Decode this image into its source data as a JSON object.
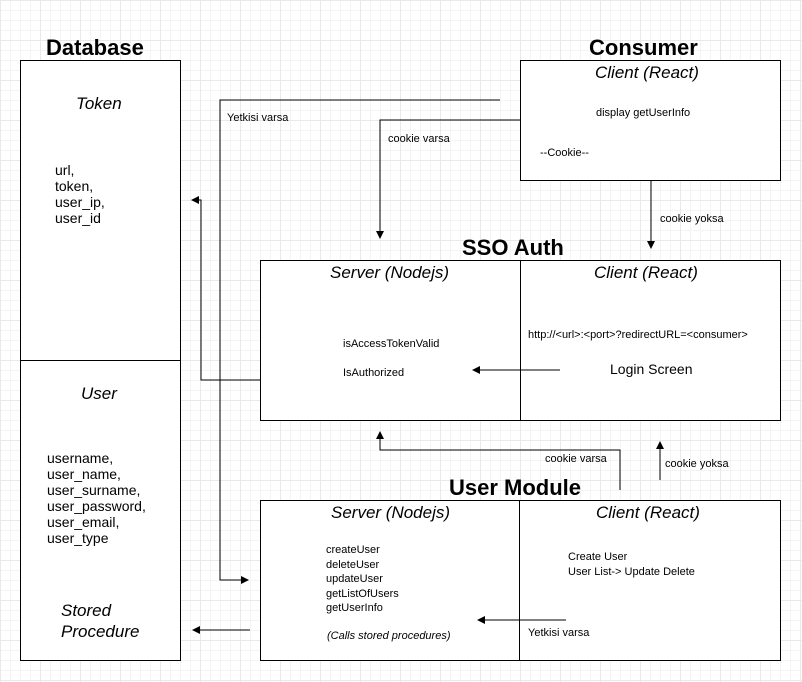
{
  "database": {
    "title": "Database",
    "token": {
      "title": "Token",
      "fields": [
        "url,",
        "token,",
        "user_ip,",
        "user_id"
      ]
    },
    "user": {
      "title": "User",
      "fields": [
        "username,",
        "user_name,",
        "user_surname,",
        "user_password,",
        "user_email,",
        "user_type"
      ]
    },
    "stored_procedure": [
      "Stored",
      "Procedure"
    ]
  },
  "consumer": {
    "title": "Consumer",
    "client": {
      "title": "Client (React)",
      "display": "display getUserInfo",
      "cookie": "--Cookie--"
    }
  },
  "sso_auth": {
    "title": "SSO Auth",
    "server": {
      "title": "Server (Nodejs)",
      "methods": [
        "isAccessTokenValid",
        "IsAuthorized"
      ]
    },
    "client": {
      "title": "Client (React)",
      "url": "http://<url>:<port>?redirectURL=<consumer>",
      "login": "Login Screen"
    }
  },
  "user_module": {
    "title": "User Module",
    "server": {
      "title": "Server (Nodejs)",
      "methods": [
        "createUser",
        "deleteUser",
        "updateUser",
        "getListOfUsers",
        "getUserInfo"
      ],
      "note": "(Calls stored procedures)"
    },
    "client": {
      "title": "Client (React)",
      "lines": [
        "Create User",
        "User List-> Update Delete"
      ],
      "authorized": "Yetkisi varsa"
    }
  },
  "edge_labels": {
    "yetkisi_varsa": "Yetkisi varsa",
    "cookie_varsa_top": "cookie varsa",
    "cookie_yoksa_top": "cookie yoksa",
    "cookie_varsa_bottom": "cookie varsa",
    "cookie_yoksa_bottom": "cookie yoksa"
  }
}
